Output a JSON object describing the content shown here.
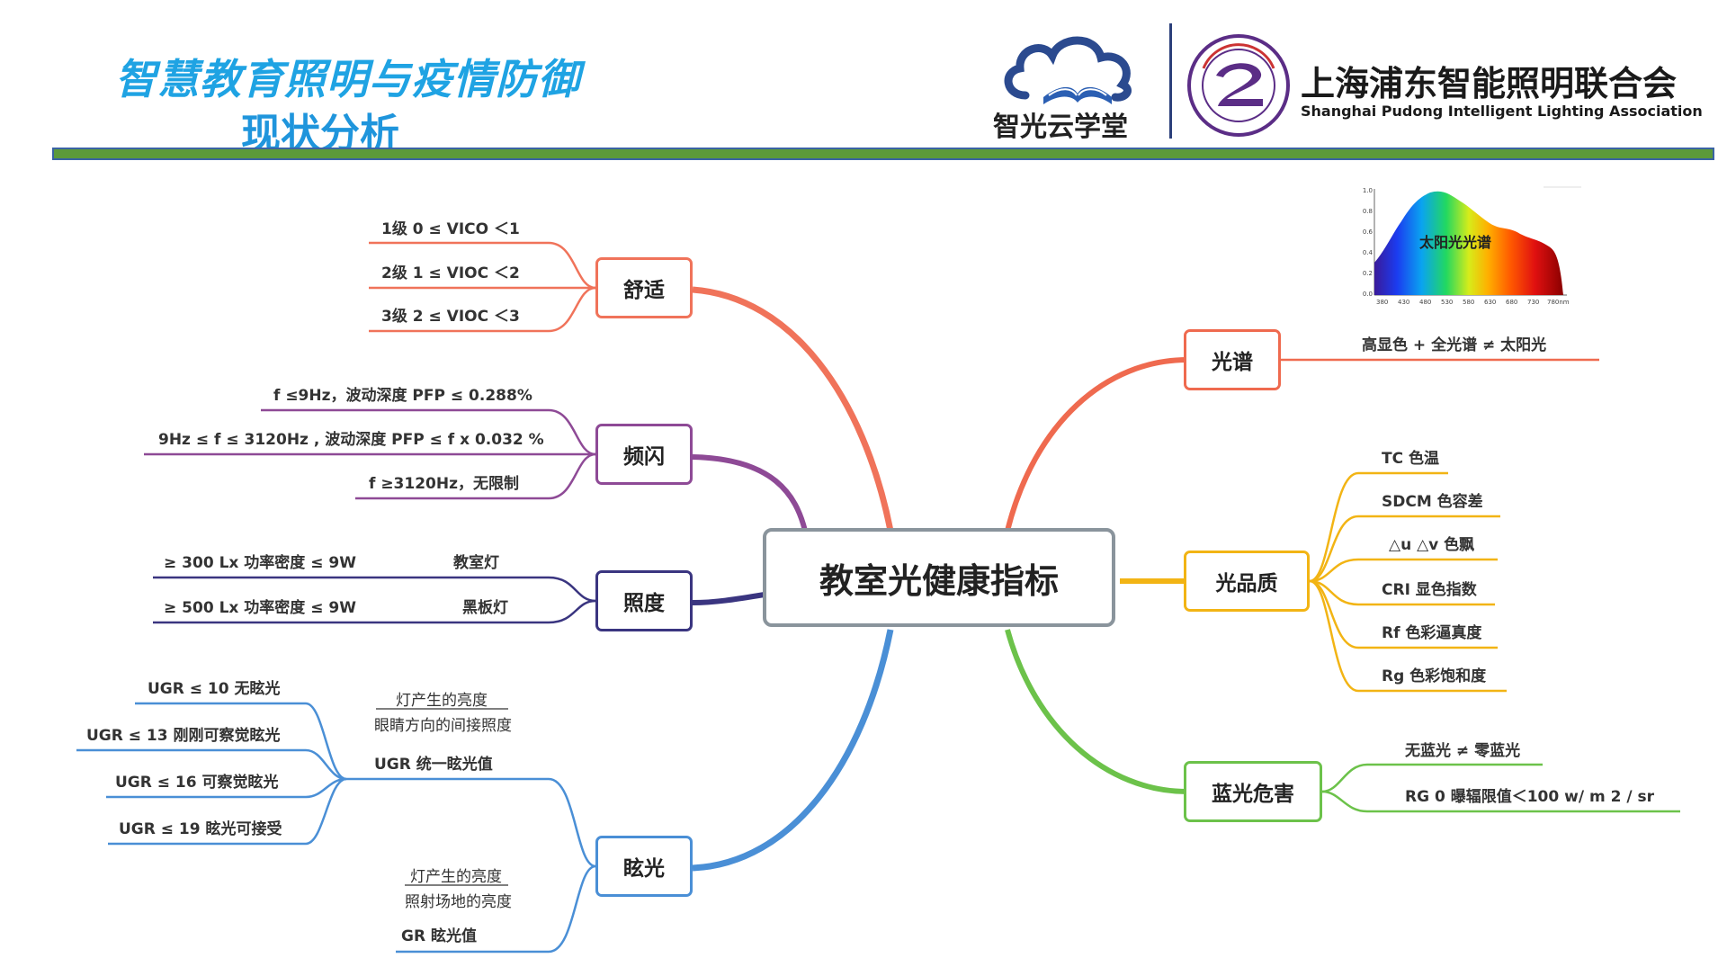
{
  "header": {
    "title_line1": "智慧教育照明与疫情防御",
    "title_line2": "现状分析",
    "logo1_name": "智光云学堂",
    "logo2_name_cn": "上海浦东智能照明联合会",
    "logo2_name_en": "Shanghai Pudong Intelligent Lighting Association"
  },
  "center": {
    "label": "教室光健康指标"
  },
  "branches": {
    "comfort": {
      "label": "舒适",
      "items": [
        "1级  0 ≤ VICO ＜1",
        "2级  1 ≤ VIOC ＜2",
        "3级  2 ≤ VIOC ＜3"
      ]
    },
    "flicker": {
      "label": "频闪",
      "items": [
        "f ≤9Hz，波动深度 PFP ≤ 0.288%",
        "9Hz ≤ f ≤ 3120Hz , 波动深度 PFP ≤ f x 0.032  %",
        "f ≥3120Hz，无限制"
      ]
    },
    "illuminance": {
      "label": "照度",
      "items": [
        {
          "spec": "≥  300 Lx    功率密度 ≤  9W",
          "name": "教室灯"
        },
        {
          "spec": "≥   500 Lx    功率密度  ≤  9W",
          "name": "黑板灯"
        }
      ]
    },
    "glare": {
      "label": "眩光",
      "ugr_numerator": "灯产生的亮度",
      "ugr_denominator": "眼睛方向的间接照度",
      "ugr_label": "UGR  统一眩光值",
      "ugr_items": [
        "UGR ≤ 10   无眩光",
        "UGR ≤ 13  刚刚可察觉眩光",
        "UGR ≤ 16   可察觉眩光",
        "UGR ≤ 19  眩光可接受"
      ],
      "gr_numerator": "灯产生的亮度",
      "gr_denominator": "照射场地的亮度",
      "gr_label": "GR   眩光值"
    },
    "spectrum": {
      "label": "光谱",
      "item": "高显色 +  全光谱  ≠  太阳光",
      "chart_label": "太阳光光谱",
      "y_ticks": [
        "1.0",
        "0.8",
        "0.6",
        "0.4",
        "0.2",
        "0.0"
      ],
      "x_ticks": [
        "380",
        "430",
        "480",
        "530",
        "580",
        "630",
        "680",
        "730",
        "780nm"
      ]
    },
    "quality": {
      "label": "光品质",
      "items": [
        "TC   色温",
        "SDCM   色容差",
        "△u  △v 色飘",
        "CRI    显色指数",
        "Rf     色彩逼真度",
        "Rg    色彩饱和度"
      ]
    },
    "bluelight": {
      "label": "蓝光危害",
      "items": [
        "无蓝光  ≠  零蓝光",
        "RG 0        曝辐限值＜100 w/ m 2 / sr"
      ]
    }
  },
  "colors": {
    "comfort": "#f0735a",
    "flicker": "#8e4a96",
    "illuminance": "#3a3580",
    "glare": "#4a8fd6",
    "spectrum": "#ef6a4f",
    "quality": "#f2b414",
    "bluelight": "#6cc24a",
    "center_border": "#8a949c"
  }
}
